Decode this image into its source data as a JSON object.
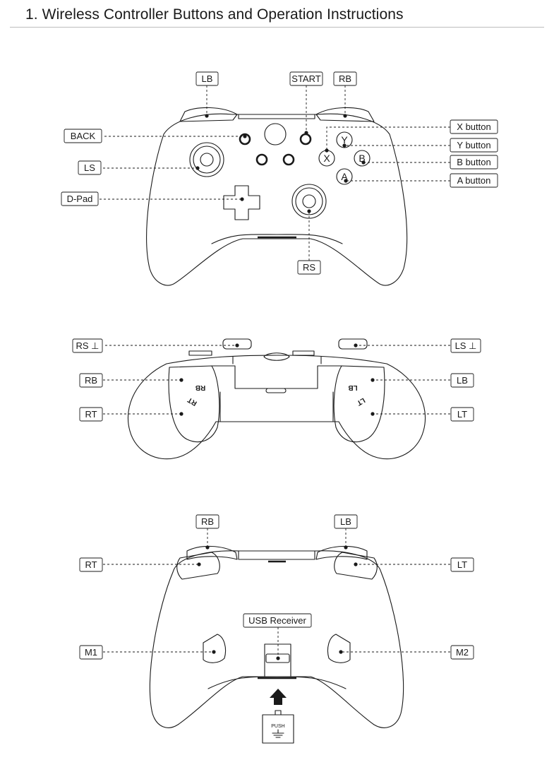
{
  "heading": "1.  Wireless Controller Buttons and Operation Instructions",
  "front_view": {
    "labels": {
      "lb": "LB",
      "start": "START",
      "rb": "RB",
      "back": "BACK",
      "ls": "LS",
      "dpad": "D-Pad",
      "rs": "RS",
      "x_button": "X button",
      "y_button": "Y button",
      "b_button": "B button",
      "a_button": "A button"
    },
    "face_buttons": {
      "x": "X",
      "y": "Y",
      "b": "B",
      "a": "A"
    }
  },
  "top_view": {
    "labels": {
      "rs_click": "RS ⊥",
      "ls_click": "LS ⊥",
      "rb": "RB",
      "lb": "LB",
      "rt": "RT",
      "lt": "LT"
    },
    "trigger_marks": {
      "rb": "RB",
      "rt": "RT",
      "lb": "LB",
      "lt": "LT"
    }
  },
  "back_view": {
    "labels": {
      "rb": "RB",
      "lb": "LB",
      "rt": "RT",
      "lt": "LT",
      "usb_receiver": "USB Receiver",
      "m1": "M1",
      "m2": "M2"
    },
    "receiver_text": "PUSH"
  }
}
